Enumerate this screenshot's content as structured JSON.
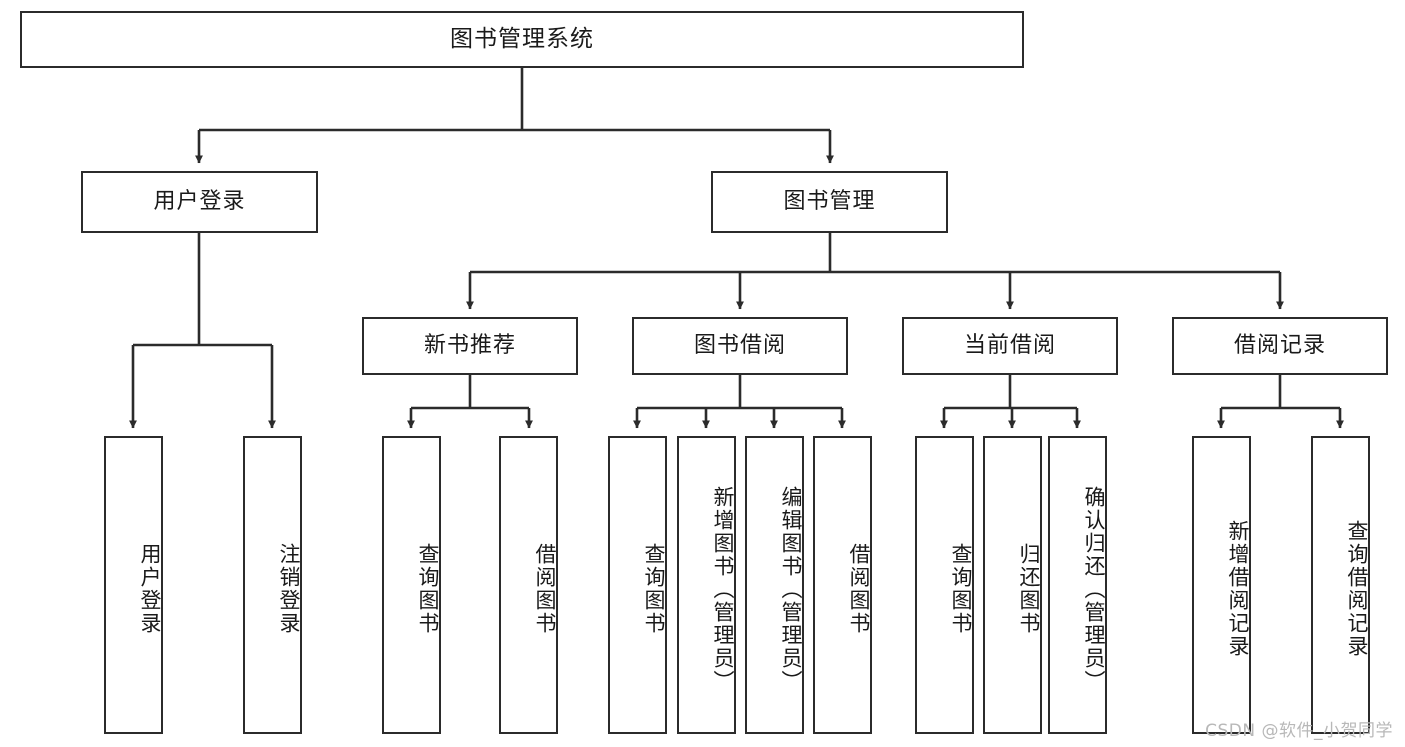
{
  "diagram": {
    "title": "图书管理系统",
    "type": "tree",
    "watermark": "CSDN @软件_小贺同学",
    "colors": {
      "node_border": "#2b2b2b",
      "node_fill": "#ffffff",
      "edge": "#2b2b2b",
      "text": "#1a1a1a",
      "watermark": "#b8b8b8"
    },
    "root": {
      "label": "图书管理系统"
    },
    "level2": [
      {
        "label": "用户登录"
      },
      {
        "label": "图书管理"
      }
    ],
    "level3": [
      {
        "label": "新书推荐"
      },
      {
        "label": "图书借阅"
      },
      {
        "label": "当前借阅"
      },
      {
        "label": "借阅记录"
      }
    ],
    "leaves": {
      "user_login": [
        {
          "label": "用户登录"
        },
        {
          "label": "注销登录"
        }
      ],
      "new_book_recommend": [
        {
          "label": "查询图书"
        },
        {
          "label": "借阅图书"
        }
      ],
      "book_borrow": [
        {
          "label": "查询图书"
        },
        {
          "label": "新增图书（管理员）"
        },
        {
          "label": "编辑图书（管理员）"
        },
        {
          "label": "借阅图书"
        }
      ],
      "current_borrow": [
        {
          "label": "查询图书"
        },
        {
          "label": "归还图书"
        },
        {
          "label": "确认归还（管理员）"
        }
      ],
      "borrow_record": [
        {
          "label": "新增借阅记录"
        },
        {
          "label": "查询借阅记录"
        }
      ]
    }
  }
}
